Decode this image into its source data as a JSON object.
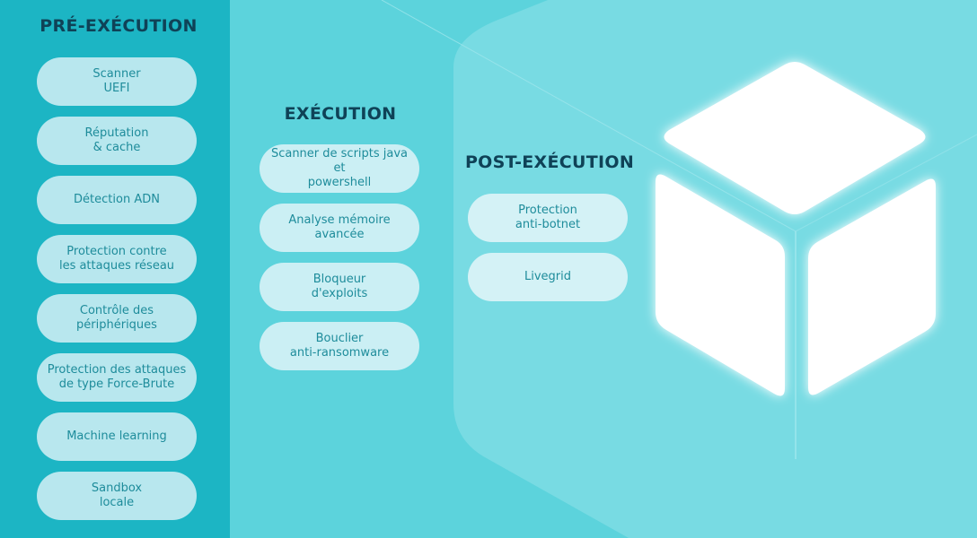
{
  "pre_execution": {
    "title": "PRÉ-EXÉCUTION",
    "items": [
      "Scanner\nUEFI",
      "Réputation\n& cache",
      "Détection ADN",
      "Protection contre\nles attaques réseau",
      "Contrôle des\npériphériques",
      "Protection des attaques\nde type Force-Brute",
      "Machine learning",
      "Sandbox\nlocale"
    ]
  },
  "execution": {
    "title": "EXÉCUTION",
    "items": [
      "Scanner de scripts java et\npowershell",
      "Analyse mémoire\navancée",
      "Bloqueur\nd'exploits",
      "Bouclier\nanti-ransomware"
    ]
  },
  "post_execution": {
    "title": "POST-EXÉCUTION",
    "items": [
      "Protection\nanti-botnet",
      "Livegrid"
    ]
  },
  "colors": {
    "background": "#5cd3dc",
    "pre_column": "#1cb5c4",
    "heading_text": "#0f4257",
    "pill_text": "#1e8c9b",
    "cube_face": "#ffffff"
  },
  "icons": {
    "cube": "glowing-cube-icon"
  }
}
